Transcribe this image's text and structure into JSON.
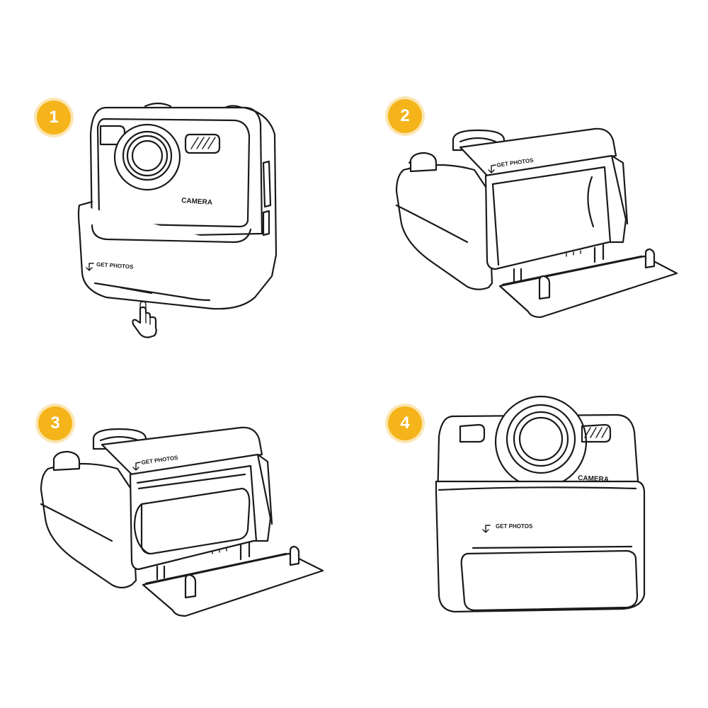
{
  "steps": [
    {
      "number": "1",
      "label_camera": "CAMERA",
      "label_photos": "GET PHOTOS"
    },
    {
      "number": "2",
      "label_photos": "GET PHOTOS"
    },
    {
      "number": "3",
      "label_photos": "GET PHOTOS"
    },
    {
      "number": "4",
      "label_camera": "CAMERA",
      "label_photos": "GET PHOTOS"
    }
  ],
  "colors": {
    "badge": "#f4b41a",
    "badge_glow": "#fbe6b3",
    "line": "#1a1a1a",
    "background": "#ffffff"
  },
  "icons": [
    "pointing-hand-icon",
    "arrow-down-icon"
  ]
}
